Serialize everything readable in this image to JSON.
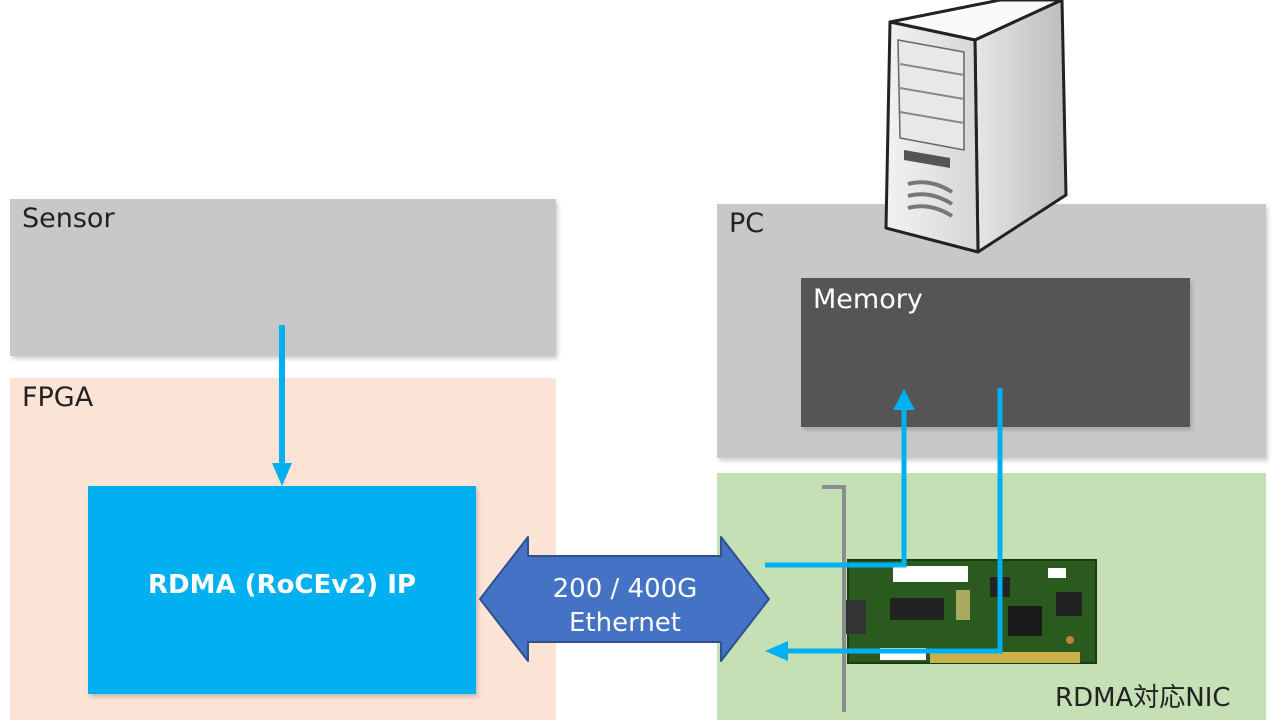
{
  "boxes": {
    "sensor": "Sensor",
    "fpga": "FPGA",
    "pc": "PC",
    "memory": "Memory",
    "rdma_ip": "RDMA (RoCEv2) IP",
    "nic": "RDMA対応NIC"
  },
  "link": {
    "line1": "200 / 400G",
    "line2": "Ethernet"
  },
  "icons": [
    "server-tower-icon",
    "nic-card-icon"
  ],
  "colors": {
    "arrow": "#00b0f0",
    "link_arrow": "#4472c4",
    "rdma_ip": "#00b0f0",
    "memory": "#555555",
    "fpga": "#fbe4d5",
    "nic_area": "#c5e0b4",
    "gray_box": "#c8c8c8"
  }
}
